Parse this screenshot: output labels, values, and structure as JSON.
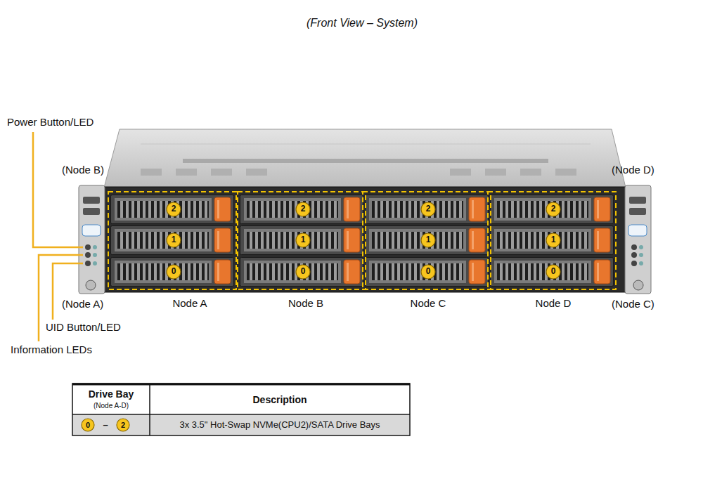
{
  "diagram": {
    "title": "(Front View – System)",
    "labels": [
      "Power Button/LED",
      "(Node B)",
      "(Node D)",
      "2",
      "2",
      "2",
      "2",
      "1",
      "1",
      "1",
      "1",
      "0",
      "0",
      "0",
      "0",
      "(Node A)",
      "Node A",
      "Node B",
      "Node C",
      "Node D",
      "(Node C)",
      "UID Button/LED",
      "Information LEDs",
      "Drive Bay",
      "(Node A-D)",
      "Description",
      "0",
      "–",
      "2",
      "3x 3.5\" Hot-Swap NVMe(CPU2)/SATA Drive Bays"
    ]
  }
}
